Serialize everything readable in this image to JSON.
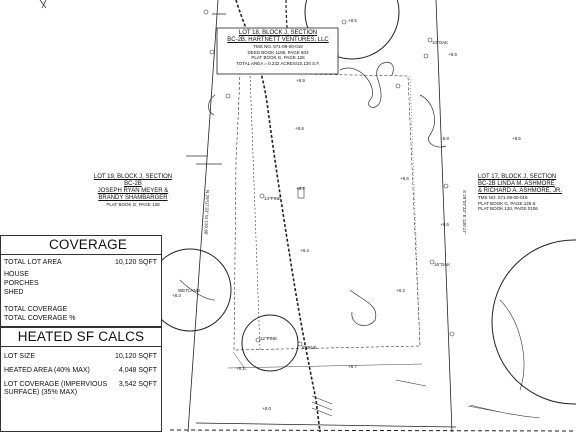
{
  "lot18": {
    "line1": "LOT 18, BLOCK J, SECTION",
    "line2": "BC-2B, HARTNETT VENTURES, LLC",
    "line3": "TMS NO. 571-09-00-018",
    "line4": "DEED BOOK 1106, PAGE 603",
    "line5": "PLAT BOOK G, PAGE 128",
    "line6": "TOTAL AREA = 0.232 ACRES/10,120 S.F."
  },
  "lot19": {
    "line1": "LOT 19, BLOCK J, SECTION",
    "line2": "BC-2B",
    "line3": "JOSEPH RYAN MEYER &",
    "line4": "BRANDY SHAMBARGER",
    "line5": "PLAT BOOK G, PAGE 128"
  },
  "lot17": {
    "line1": "LOT 17, BLOCK J, SECTION",
    "line2": "BC-2B LINDA M. ASHMORE",
    "line3": "& RICHARD A. ASHMORE, JR.",
    "line4": "TMS NO. 571-09-00-019",
    "line5": "PLAT BOOK G, PAGE 128 &",
    "line6": "PLAT BOOK 120, PAGE 0106"
  },
  "coverage": {
    "title": "COVERAGE",
    "rows": [
      {
        "label": "TOTAL LOT AREA",
        "value": "10,120 SQFT"
      },
      {
        "label": "HOUSE",
        "value": ""
      },
      {
        "label": "PORCHES",
        "value": ""
      },
      {
        "label": "SHED",
        "value": ""
      },
      {
        "label": "TOTAL COVERAGE",
        "value": ""
      },
      {
        "label": "TOTAL COVERAGE %",
        "value": ""
      }
    ]
  },
  "heated": {
    "title": "HEATED SF CALCS",
    "rows": [
      {
        "label": "LOT SIZE",
        "value": "10,120 SQFT"
      },
      {
        "label": "HEATED AREA (40% MAX)",
        "value": "4,048 SQFT"
      },
      {
        "label": "LOT COVERAGE (IMPERVIOUS SURFACE) (35% MAX)",
        "value": "3,542 SQFT"
      }
    ]
  },
  "plan_labels": {
    "bearing_left": "N 29°07'33\" W 130.96'",
    "bearing_right": "S 29°07'33\" E 130.17'",
    "wetland": "WETLAND",
    "spot_elev": [
      "+8.5",
      "+8.9",
      "+8.8",
      "+8.6",
      "+8.7",
      "+8.4",
      "+8.2",
      "+8.3",
      "+8.1",
      "+8.0",
      "+8.6",
      "+8.8",
      "+8.9",
      "+8.5",
      "+8.7"
    ],
    "tree_labels": [
      "12\"PINE",
      "10\"OAK",
      "14\"PINE",
      "8\"PINE",
      "16\"OAK",
      "12\"PINE"
    ]
  },
  "colors": {
    "ink": "#111111",
    "paper": "#ffffff"
  }
}
